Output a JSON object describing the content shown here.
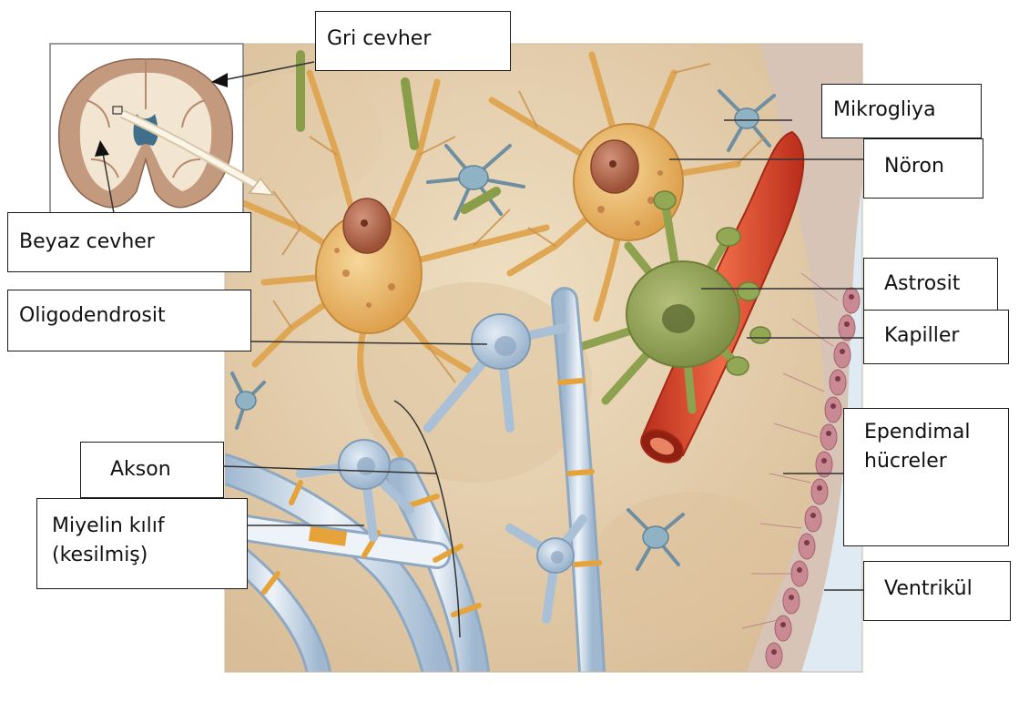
{
  "labels": {
    "gray_matter": "Gri cevher",
    "white_matter": "Beyaz cevher",
    "microglia": "Mikrogliya",
    "neuron": "Nöron",
    "astrocyte": "Astrosit",
    "oligodendrocyte": "Oligodendrosit",
    "capillary": "Kapiller",
    "ependymal_line1": "Ependimal",
    "ependymal_line2": "hücreler",
    "axon": "Akson",
    "myelin_line1": "Miyelin kılıf",
    "myelin_line2": "(kesilmiş)",
    "ventricle": "Ventrikül"
  },
  "colors": {
    "tissue_background": "#e8d4b4",
    "neuron": "#e9b866",
    "neuron_nucleus": "#b7684e",
    "astrocyte": "#94a65a",
    "glial_blue": "#b9cde0",
    "microglia": "#7fa6b8",
    "capillary": "#d9432b",
    "ependymal": "#c98a94",
    "myelin_band": "#e6a33a"
  }
}
